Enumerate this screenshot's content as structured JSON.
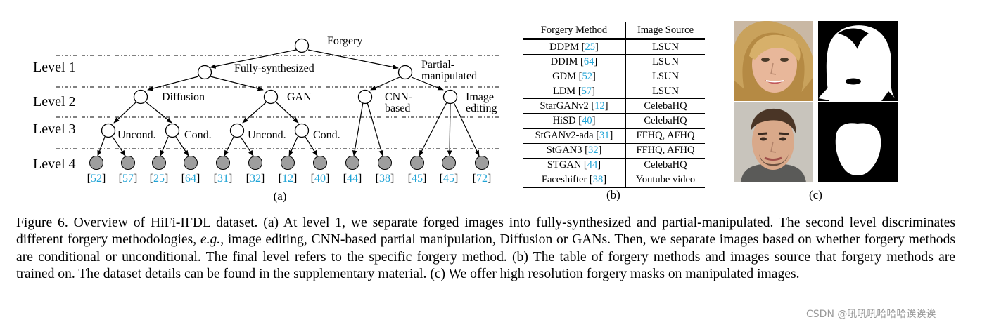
{
  "figure": {
    "levels": [
      "Level 1",
      "Level 2",
      "Level 3",
      "Level 4"
    ],
    "tree": {
      "root": "Forgery",
      "fully": "Fully-synthesized",
      "partial_line1": "Partial-",
      "partial_line2": "manipulated",
      "diffusion": "Diffusion",
      "gan": "GAN",
      "cnn_line1": "CNN-",
      "cnn_line2": "based",
      "edit_line1": "Image",
      "edit_line2": "editing",
      "uncond1": "Uncond.",
      "cond1": "Cond.",
      "uncond2": "Uncond.",
      "cond2": "Cond."
    },
    "leaf_refs": [
      {
        "lb": "[",
        "n": "52",
        "rb": "]"
      },
      {
        "lb": "[",
        "n": "57",
        "rb": "]"
      },
      {
        "lb": "[",
        "n": "25",
        "rb": "]"
      },
      {
        "lb": "[",
        "n": "64",
        "rb": "]"
      },
      {
        "lb": "[",
        "n": "31",
        "rb": "]"
      },
      {
        "lb": "[",
        "n": "32",
        "rb": "]"
      },
      {
        "lb": "[",
        "n": "12",
        "rb": "]"
      },
      {
        "lb": "[",
        "n": "40",
        "rb": "]"
      },
      {
        "lb": "[",
        "n": "44",
        "rb": "]"
      },
      {
        "lb": "[",
        "n": "38",
        "rb": "]"
      },
      {
        "lb": "[",
        "n": "45",
        "rb": "]"
      },
      {
        "lb": "[",
        "n": "45",
        "rb": "]"
      },
      {
        "lb": "[",
        "n": "72",
        "rb": "]"
      }
    ],
    "label_a": "(a)",
    "label_b": "(b)",
    "label_c": "(c)",
    "ref_color": "#1ea3d6"
  },
  "table": {
    "headers": [
      "Forgery Method",
      "Image Source"
    ],
    "rows": [
      {
        "method": "DDPM",
        "ref": "25",
        "source": "LSUN"
      },
      {
        "method": "DDIM",
        "ref": "64",
        "source": "LSUN"
      },
      {
        "method": "GDM",
        "ref": "52",
        "source": "LSUN"
      },
      {
        "method": "LDM",
        "ref": "57",
        "source": "LSUN"
      },
      {
        "method": "StarGANv2",
        "ref": "12",
        "source": "CelebaHQ"
      },
      {
        "method": "HiSD",
        "ref": "40",
        "source": "CelebaHQ"
      },
      {
        "method": "StGANv2-ada",
        "ref": "31",
        "source": "FFHQ, AFHQ"
      },
      {
        "method": "StGAN3",
        "ref": "32",
        "source": "FFHQ, AFHQ"
      },
      {
        "method": "STGAN",
        "ref": "44",
        "source": "CelebaHQ"
      },
      {
        "method": "Faceshifter",
        "ref": "38",
        "source": "Youtube video"
      }
    ]
  },
  "caption": {
    "p1": "Figure 6. Overview of HiFi-IFDL dataset. (a) At level 1, we separate forged images into fully-synthesized and partial-manipulated. The second level discriminates different forgery methodologies, ",
    "eg": "e.g.",
    "p2": ", image editing, CNN-based partial manipulation, Diffusion or GANs. Then, we separate images based on whether forgery methods are conditional or unconditional. The final level refers to the specific forgery method. (b) The table of forgery methods and images source that forgery methods are trained on. The dataset details can be found in the supplementary material. (c) We offer high resolution forgery masks on manipulated images."
  },
  "watermark": "CSDN @吼吼吼哈哈哈诶诶诶"
}
